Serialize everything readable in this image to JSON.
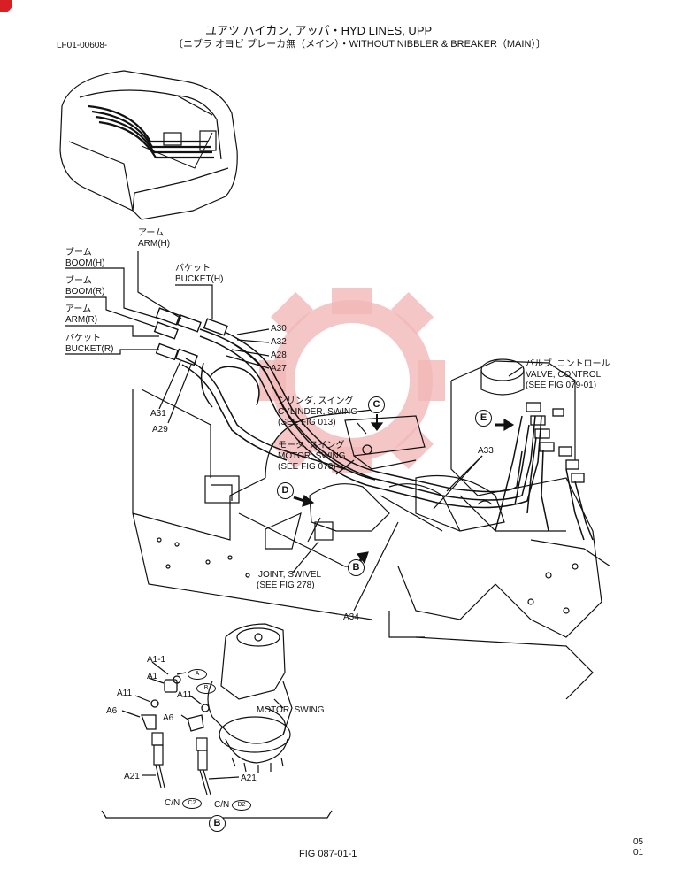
{
  "header": {
    "doc_code": "LF01-00608-",
    "title": "ユアツ ハイカン, アッパ・HYD LINES, UPP",
    "subtitle": "〔ニブラ オヨビ ブレーカ無（メイン）・WITHOUT NIBBLER & BREAKER（MAIN）〕"
  },
  "labels": {
    "arm_h_jp": "アーム",
    "arm_h": "ARM(H)",
    "boom_h_jp": "ブーム",
    "boom_h": "BOOM(H)",
    "bucket_h_jp": "バケット",
    "bucket_h": "BUCKET(H)",
    "boom_r_jp": "ブーム",
    "boom_r": "BOOM(R)",
    "arm_r_jp": "アーム",
    "arm_r": "ARM(R)",
    "bucket_r_jp": "バケット",
    "bucket_r": "BUCKET(R)",
    "valve_jp": "バルブ, コントロール",
    "valve": "VALVE, CONTROL",
    "valve_ref": "(SEE FIG 079-01)",
    "cyl_jp": "シリンダ, スイング",
    "cyl": "CYLINDER, SWING",
    "cyl_ref": "(SEE FIG 013)",
    "motor_jp": "モータ, スイング",
    "motor": "MOTOR, SWING",
    "motor_ref": "(SEE FIG 070)",
    "joint": "JOINT, SWIVEL",
    "joint_ref": "(SEE FIG 278)",
    "motor_swing_detail": "MOTOR, SWING"
  },
  "parts": {
    "a30": "A30",
    "a32": "A32",
    "a28": "A28",
    "a27": "A27",
    "a31": "A31",
    "a29": "A29",
    "a33": "A33",
    "a34": "A34",
    "a1_1": "A1-1",
    "a1": "A1",
    "a11_left": "A11",
    "a11_right": "A11",
    "a6_left": "A6",
    "a6_right": "A6",
    "a21_left": "A21",
    "a21_right": "A21",
    "cn_left": "C/N",
    "cn_right": "C/N"
  },
  "callouts": {
    "c": "C",
    "e": "E",
    "d": "D",
    "b": "B",
    "b_bottom": "B",
    "oval_a": "A",
    "oval_b": "B",
    "oval_c2": "C2",
    "oval_d2": "D2"
  },
  "footer": {
    "fig": "FIG 087-01-1",
    "page_a": "05",
    "page_b": "01"
  },
  "colors": {
    "watermark": "#f3b8b8",
    "ink": "#111111",
    "corner_mark": "#d81f26"
  }
}
